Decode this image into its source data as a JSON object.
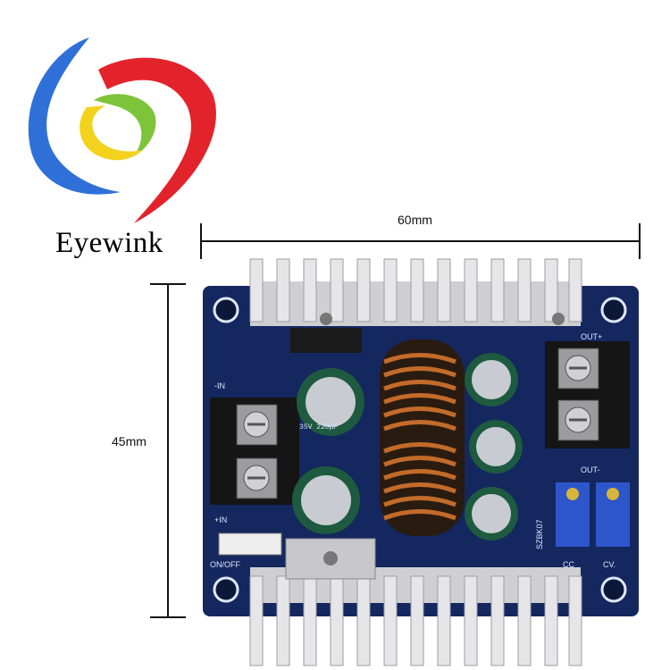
{
  "brand": {
    "name": "Eyewink"
  },
  "dimensions": {
    "width": "60mm",
    "height": "45mm"
  },
  "board": {
    "labels": {
      "in_minus": "-IN",
      "in_plus": "+IN",
      "out_plus": "OUT+",
      "out_minus": "OUT-",
      "switch": "ON/OFF",
      "model": "SZBK07",
      "cc": "CC",
      "cv": "CV."
    },
    "cap_marking": "35V 220μF"
  },
  "colors": {
    "pcb": "#14275f",
    "copper": "#c26b2a",
    "heatsink": "#d9d9dc",
    "logo_blue": "#2f70d8",
    "logo_red": "#e3232b",
    "logo_green": "#7ec43a",
    "logo_yellow": "#f3d21d"
  }
}
